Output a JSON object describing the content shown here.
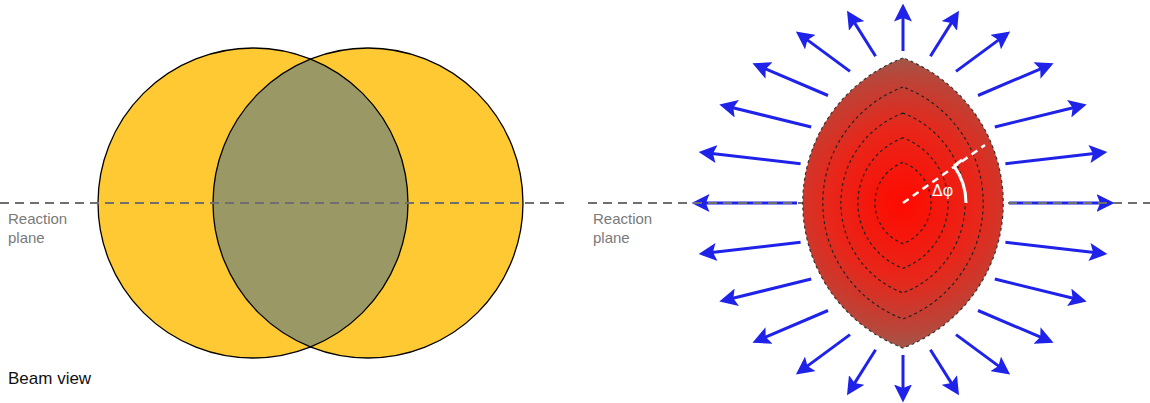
{
  "diagram": {
    "labels": [
      "Reaction plane",
      "Beam view",
      "Reaction plane",
      "Δφ"
    ]
  }
}
